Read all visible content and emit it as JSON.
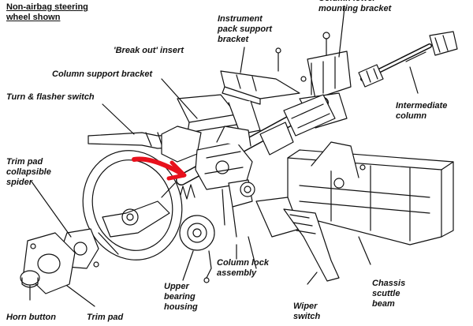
{
  "note": "Non-airbag steering\nwheel shown",
  "labels": {
    "lower_bracket": "Column lower\nmounting bracket",
    "instrument_bracket": "Instrument\npack support\nbracket",
    "break_out": "'Break out' insert",
    "column_support": "Column support bracket",
    "turn_flasher": "Turn & flasher switch",
    "intermediate_column": "Intermediate\ncolumn",
    "trim_pad_spider": "Trim pad\ncollapsible\nspider",
    "column_lock": "Column lock\nassembly",
    "upper_bearing": "Upper\nbearing\nhousing",
    "chassis_beam": "Chassis\nscuttle\nbeam",
    "wiper_switch": "Wiper\nswitch",
    "horn_button": "Horn button",
    "trim_pad": "Trim pad"
  },
  "colors": {
    "ink": "#111111",
    "highlight_arrow": "#e8101c"
  }
}
